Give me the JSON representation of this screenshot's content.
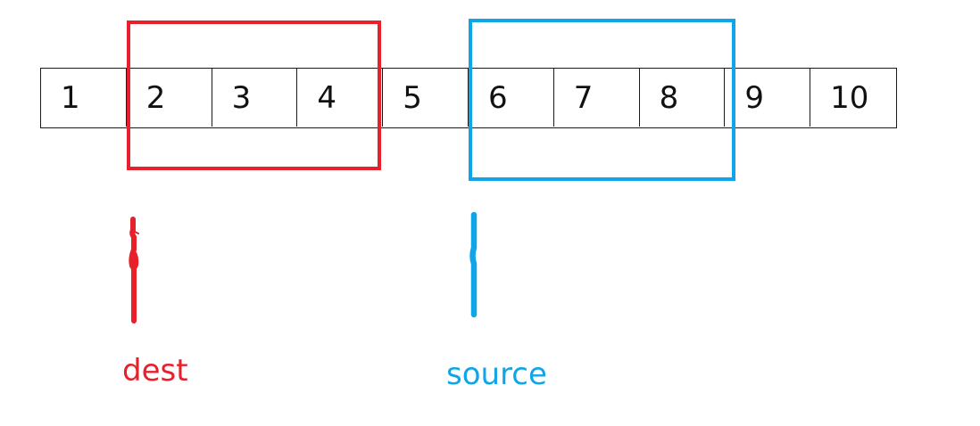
{
  "array": {
    "cells": [
      "1",
      "2",
      "3",
      "4",
      "5",
      "6",
      "7",
      "8",
      "9",
      "10"
    ]
  },
  "dest": {
    "label": "dest",
    "color": "#e8202a"
  },
  "source": {
    "label": "source",
    "color": "#0ea5e9"
  }
}
